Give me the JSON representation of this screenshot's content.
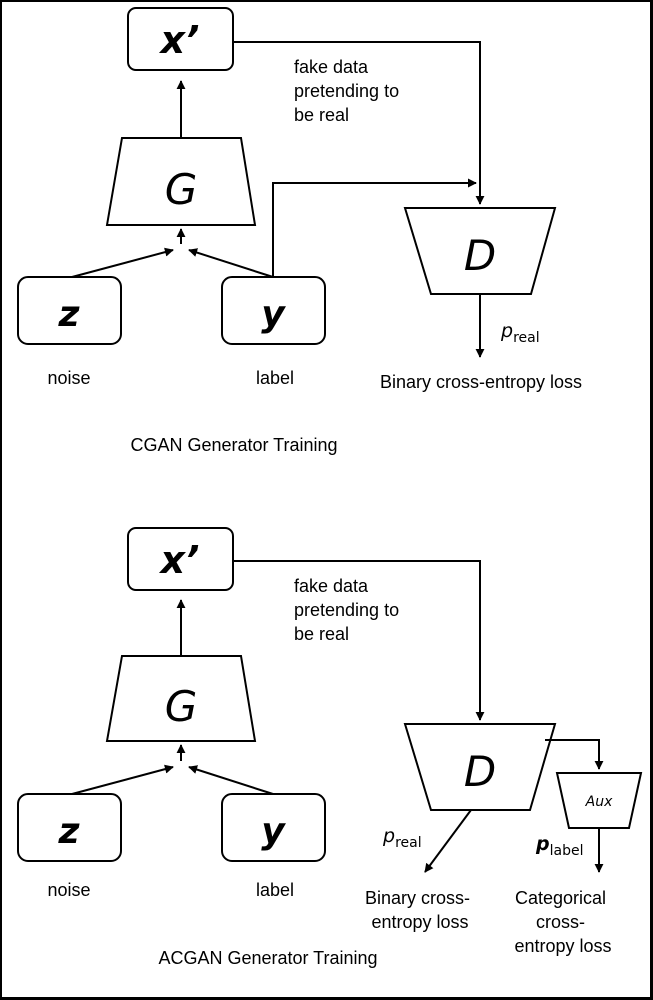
{
  "cgan": {
    "x_prime": "x’",
    "generator": "G",
    "discriminator": "D",
    "noise_symbol": "z",
    "label_symbol": "y",
    "noise_label": "noise",
    "label_label": "label",
    "fake_text": [
      "fake data",
      "pretending to",
      "be real"
    ],
    "p_main": "p",
    "p_sub": "real",
    "loss": "Binary cross-entropy loss",
    "caption": "CGAN Generator Training"
  },
  "acgan": {
    "x_prime": "x’",
    "generator": "G",
    "discriminator": "D",
    "aux": "Aux",
    "noise_symbol": "z",
    "label_symbol": "y",
    "noise_label": "noise",
    "label_label": "label",
    "fake_text": [
      "fake data",
      "pretending to",
      "be real"
    ],
    "p_real_main": "p",
    "p_real_sub": "real",
    "p_label_main": "p",
    "p_label_sub": "label",
    "binary_loss": [
      "Binary cross-",
      "entropy loss"
    ],
    "categorical_loss": [
      "Categorical",
      "cross-",
      "entropy loss"
    ],
    "caption": "ACGAN Generator Training"
  }
}
